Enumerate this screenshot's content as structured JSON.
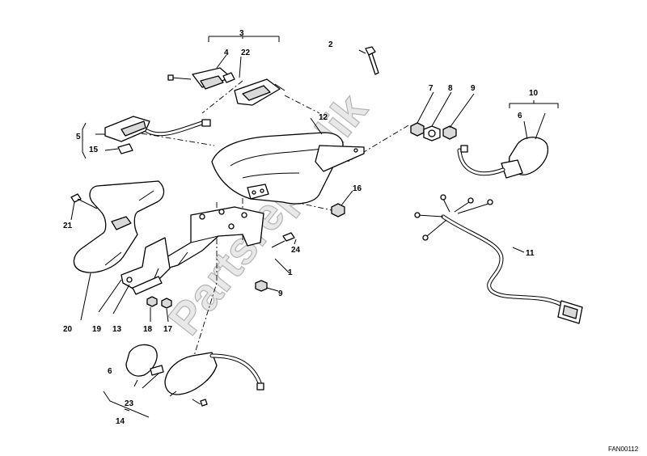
{
  "watermark": "Partsrepublik",
  "figure_code": "FAN00112",
  "callouts": {
    "c1": "1",
    "c2": "2",
    "c3": "3",
    "c4": "4",
    "c5": "5",
    "c6a": "6",
    "c6b": "6",
    "c7": "7",
    "c8": "8",
    "c9a": "9",
    "c9b": "9",
    "c10": "10",
    "c11": "11",
    "c12": "12",
    "c13": "13",
    "c14": "14",
    "c15": "15",
    "c16": "16",
    "c17": "17",
    "c18": "18",
    "c19": "19",
    "c20": "20",
    "c21": "21",
    "c22": "22",
    "c23": "23",
    "c24": "24"
  }
}
